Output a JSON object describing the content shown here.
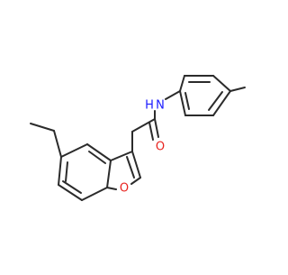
{
  "molecule": {
    "atoms": {
      "oxygen_carbonyl": {
        "symbol": "O"
      },
      "nitrogen_amide": {
        "symbol": "N"
      },
      "hydrogen_amide": {
        "symbol": "H"
      },
      "oxygen_furan": {
        "symbol": "O"
      }
    },
    "colors": {
      "bond": "#2b2b2b",
      "oxygen": "#e8231f",
      "nitrogen": "#1a1aff"
    }
  }
}
